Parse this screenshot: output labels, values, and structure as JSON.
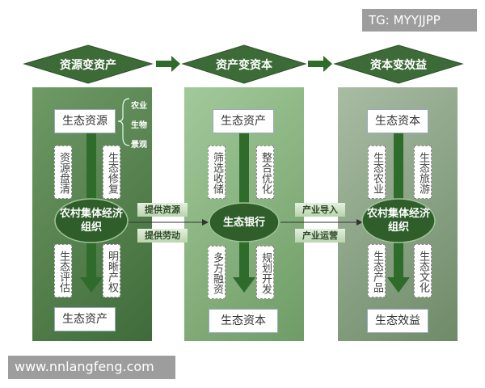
{
  "watermark_top": "TG: MYYJJPP",
  "watermark_bottom": "www.nnlangfeng.com",
  "stages": [
    {
      "title": "资源变资产",
      "top_box": "生态资源",
      "left_upper": "资源盘清",
      "right_upper": "生态修复",
      "center": "农村集体经济组织",
      "left_lower": "生态评估",
      "right_lower": "明晰产权",
      "bottom_box": "生态资产",
      "side_labels": [
        "农业",
        "生物",
        "景观"
      ]
    },
    {
      "title": "资产变资本",
      "top_box": "生态资产",
      "left_upper": "筛选收储",
      "right_upper": "整合优化",
      "center": "生态银行",
      "left_lower": "多方融资",
      "right_lower": "规划开发",
      "bottom_box": "生态资本"
    },
    {
      "title": "资本变效益",
      "top_box": "生态资本",
      "left_upper": "生态农业",
      "right_upper": "生态旅游",
      "center": "农村集体经济组织",
      "left_lower": "生态产品",
      "right_lower": "生态文化",
      "bottom_box": "生态效益"
    }
  ],
  "flows_1_2": [
    "提供资源",
    "提供劳动"
  ],
  "flows_2_3": [
    "产业导入",
    "产业运营"
  ],
  "colors": {
    "dark_green": "#3d6b38",
    "arrow_green": "#2f6b2a"
  }
}
